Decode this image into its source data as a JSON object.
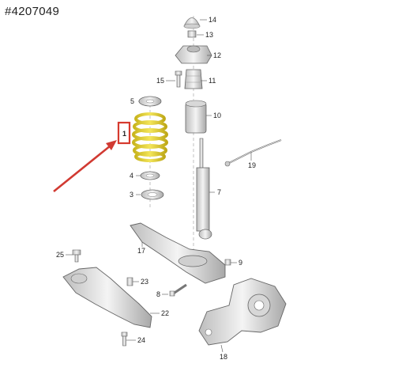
{
  "reference": "#4207049",
  "callouts": {
    "n1": "1",
    "n3": "3",
    "n4": "4",
    "n5": "5",
    "n7": "7",
    "n8": "8",
    "n9": "9",
    "n10": "10",
    "n11": "11",
    "n12": "12",
    "n13": "13",
    "n14": "14",
    "n15": "15",
    "n17": "17",
    "n18": "18",
    "n19": "19",
    "n22": "22",
    "n23": "23",
    "n24": "24",
    "n25": "25"
  },
  "colors": {
    "spring": "#e3d23a",
    "spring_dark": "#b8a61c",
    "highlight": "#d63a2e",
    "arrow": "#d13a32",
    "line": "#555",
    "part": "#e2e2e2",
    "part_dark": "#9a9a9a"
  }
}
